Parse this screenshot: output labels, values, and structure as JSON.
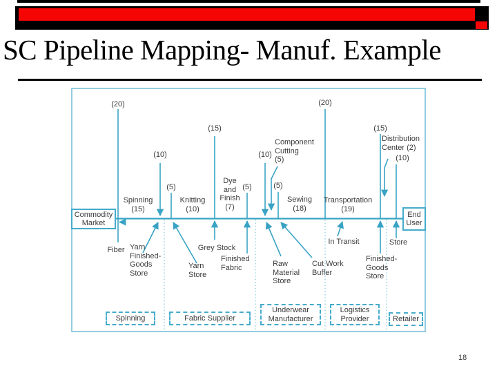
{
  "slide": {
    "title": "SC Pipeline Mapping- Manuf. Example",
    "page_number": "18"
  },
  "colors": {
    "accent_red": "#f60505",
    "bar_black": "#000000",
    "diagram_teal": "#38a3c4",
    "frame_teal": "#93cde0",
    "text_gray": "#3b3b3b"
  },
  "diagram": {
    "boxes": {
      "commodity_market": "Commodity\nMarket",
      "end_user": "End\nUser"
    },
    "above": {
      "lt20_fiber": "(20)",
      "lt10_yarn": "(10)",
      "lt5_yarn": "(5)",
      "spinning": "Spinning\n(15)",
      "lt15_grey": "(15)",
      "knitting": "Knitting\n(10)",
      "dye_finish": "Dye\nand\nFinish\n(7)",
      "lt5_fabric": "(5)",
      "lt10_raw": "(10)",
      "component_cutting": "Component\nCutting\n(5)",
      "lt5_cutwork": "(5)",
      "sewing": "Sewing\n(18)",
      "lt20_transit": "(20)",
      "transportation": "Transportation\n(19)",
      "lt15_fgs": "(15)",
      "distribution_center": "Distribution\nCenter (2)",
      "lt10_store": "(10)"
    },
    "below": {
      "fiber": "Fiber",
      "yarn_finished_goods_store": "Yarn\nFinished-\nGoods\nStore",
      "yarn_store": "Yarn\nStore",
      "grey_stock": "Grey Stock",
      "finished_fabric": "Finished\nFabric",
      "raw_material_store": "Raw\nMaterial\nStore",
      "cut_work_buffer": "Cut Work\nBuffer",
      "in_transit": "In Transit",
      "finished_goods_store": "Finished-\nGoods\nStore",
      "store": "Store"
    },
    "orgs": {
      "spinning": "Spinning",
      "fabric_supplier": "Fabric Supplier",
      "underwear_manufacturer": "Underwear\nManufacturer",
      "logistics_provider": "Logistics\nProvider",
      "retailer": "Retailer"
    }
  }
}
